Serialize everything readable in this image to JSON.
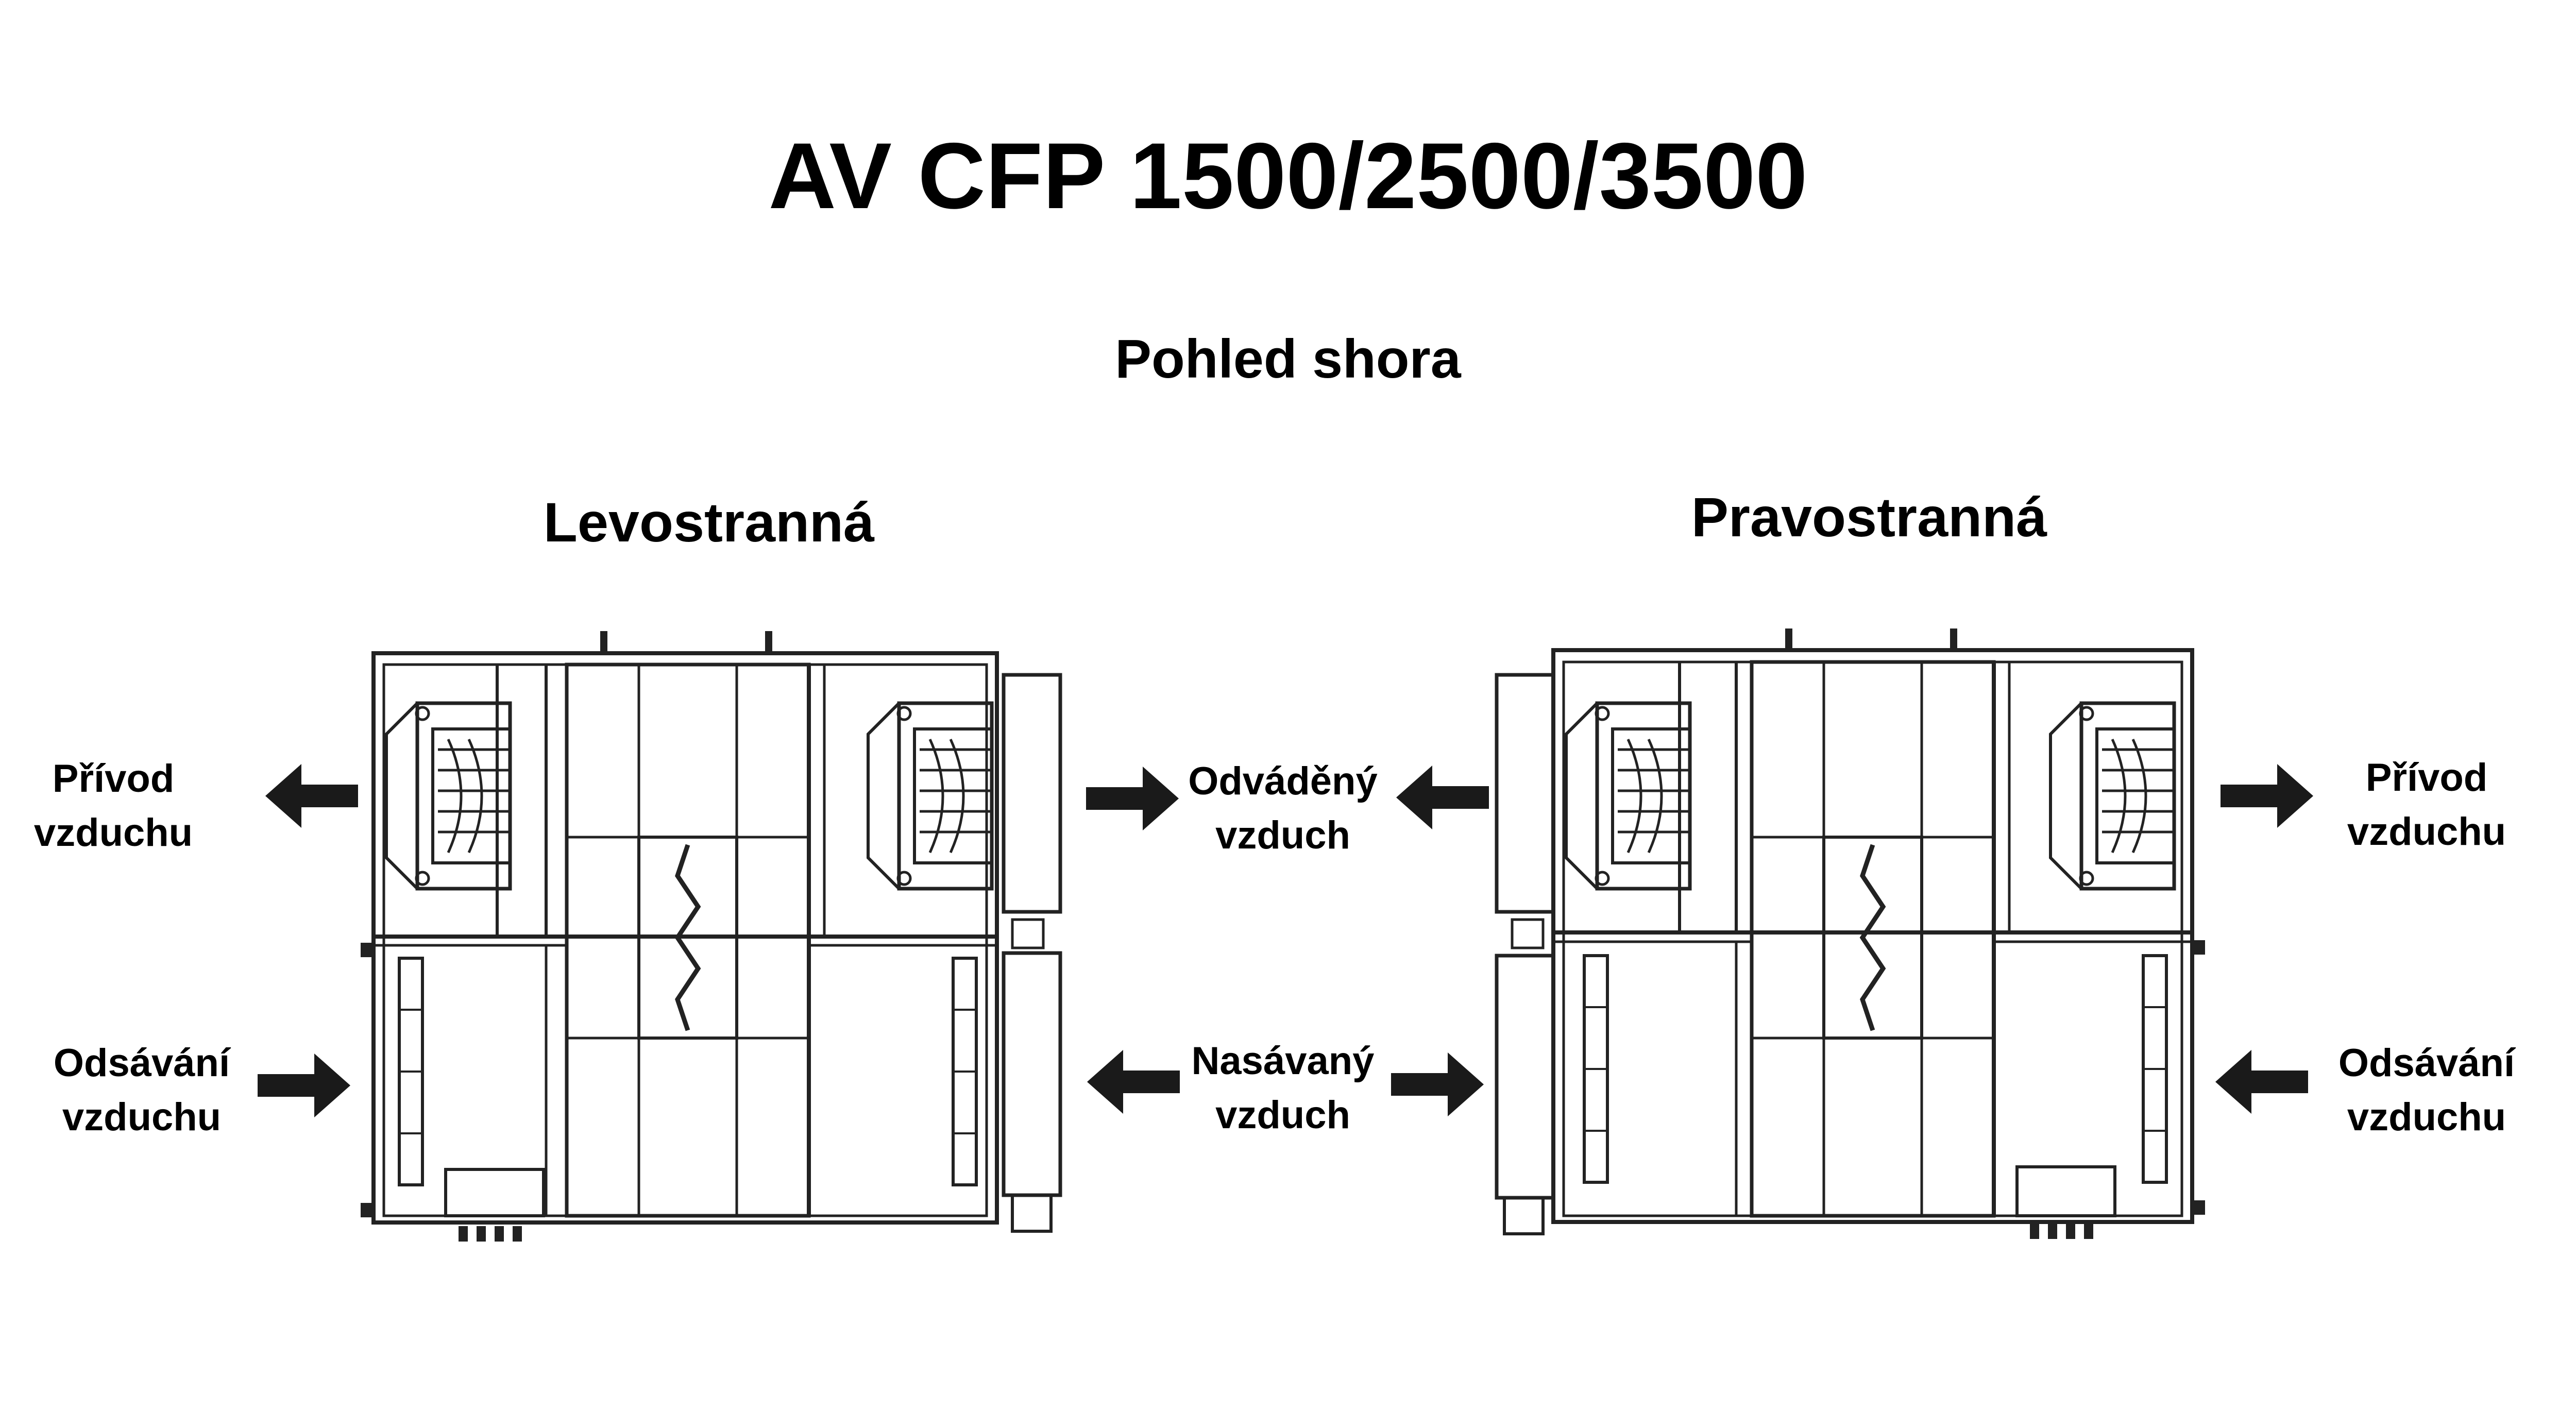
{
  "title": "AV CFP 1500/2500/3500",
  "subtitle": "Pohled shora",
  "left": {
    "title": "Levostranná",
    "labels": {
      "supply_line1": "Přívod",
      "supply_line2": "vzduchu",
      "extract_line1": "Odsávání",
      "extract_line2": "vzduchu",
      "exhaust_line1": "Odváděný",
      "exhaust_line2": "vzduch",
      "intake_line1": "Nasávaný",
      "intake_line2": "vzduch"
    }
  },
  "right": {
    "title": "Pravostranná",
    "labels": {
      "supply_line1": "Přívod",
      "supply_line2": "vzduchu",
      "extract_line1": "Odsávání",
      "extract_line2": "vzduchu"
    }
  },
  "colors": {
    "line": "#222222",
    "arrow": "#1a1a1a",
    "background": "#ffffff"
  }
}
